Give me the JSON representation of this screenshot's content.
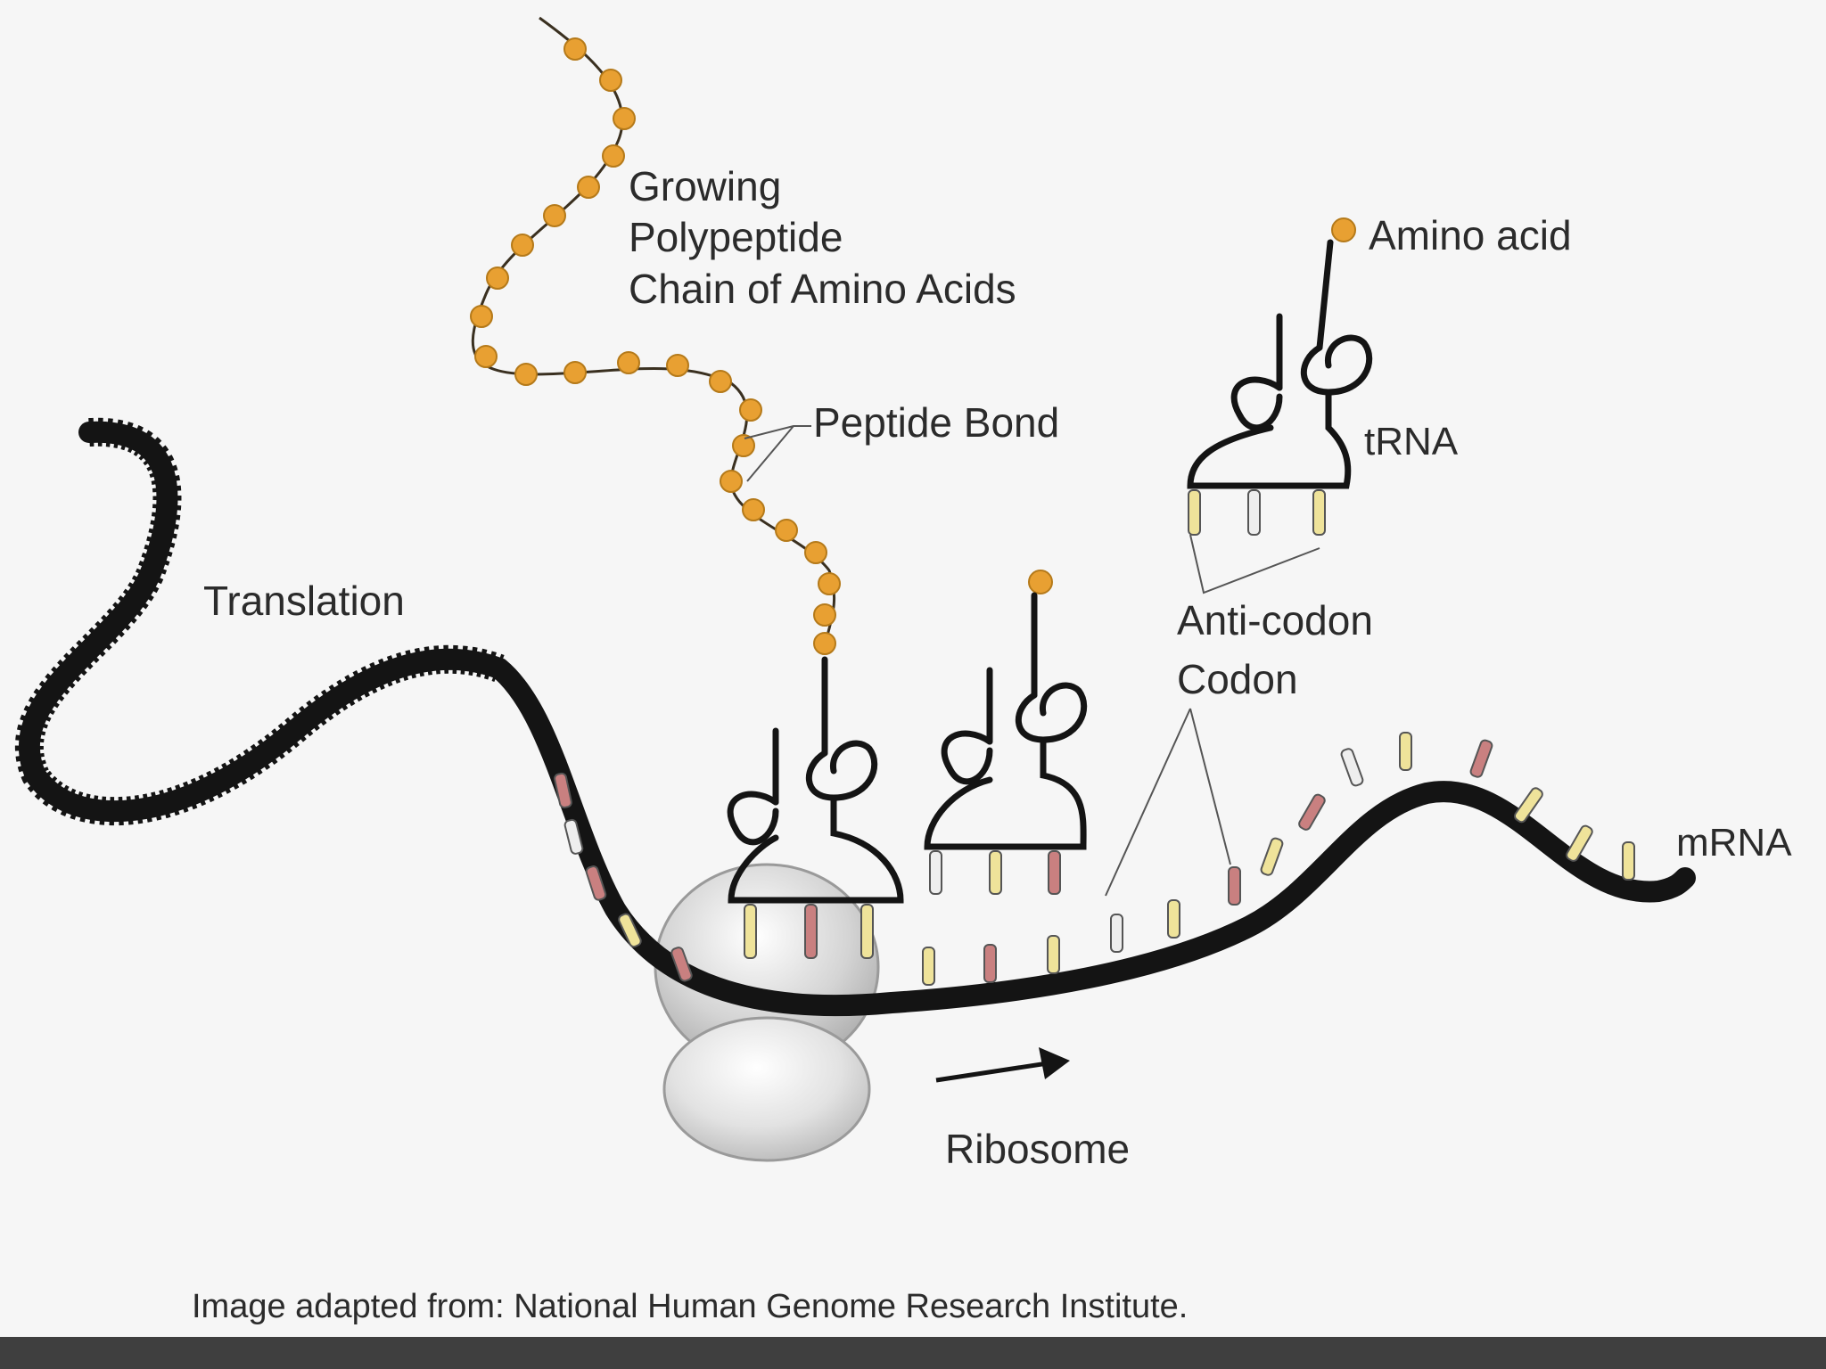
{
  "diagram": {
    "labels": {
      "growing": [
        "Growing",
        "Polypeptide",
        "Chain of Amino Acids"
      ],
      "amino_acid": "Amino acid",
      "peptide_bond": "Peptide Bond",
      "trna": "tRNA",
      "translation": "Translation",
      "anticodon": "Anti-codon",
      "codon": "Codon",
      "mrna": "mRNA",
      "ribosome": "Ribosome"
    },
    "caption": "Image adapted from: National Human Genome Research Institute."
  },
  "colors": {
    "amino": "#e8a032",
    "amino_stroke": "#b57a1a",
    "strand": "#141414",
    "base_yellow": "#efe39a",
    "base_red": "#c98080",
    "base_white": "#eeeeee",
    "ribosome": "#d2d2d2",
    "footer": "#3f3f3f"
  }
}
